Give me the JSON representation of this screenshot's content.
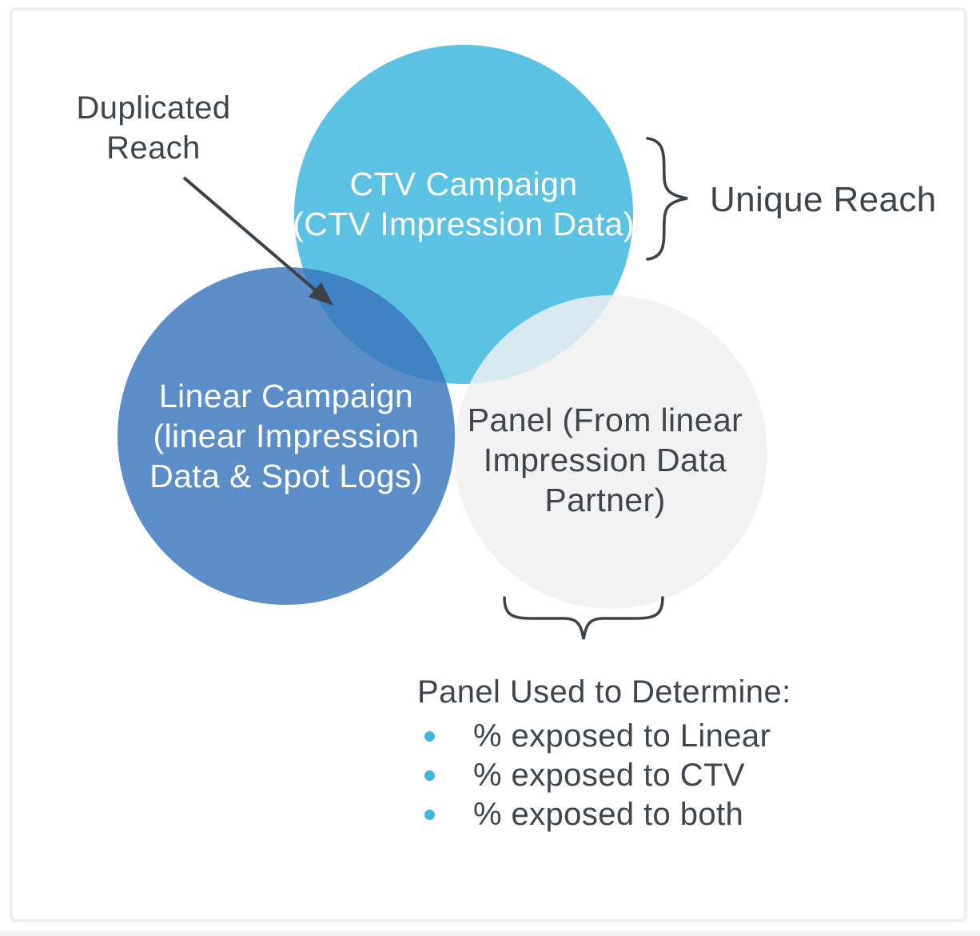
{
  "venn": {
    "ctv": {
      "lines": [
        "CTV Campaign",
        "(CTV Impression Data)"
      ],
      "color": "#5BC2E3"
    },
    "linear": {
      "lines": [
        "Linear Campaign",
        "(linear Impression",
        "Data & Spot Logs)"
      ],
      "color": "#5A8DC8"
    },
    "panel": {
      "lines": [
        "Panel (From linear",
        "Impression Data",
        "Partner)"
      ],
      "color": "#F2F2F3"
    }
  },
  "annotations": {
    "duplicated_reach": {
      "lines": [
        "Duplicated",
        "Reach"
      ]
    },
    "unique_reach": {
      "label": "Unique Reach"
    }
  },
  "panel_notes": {
    "heading": "Panel Used to Determine:",
    "bullets": [
      "% exposed to Linear",
      "% exposed to CTV",
      "% exposed to both"
    ]
  },
  "colors": {
    "ctv_circle": "#5BC2E3",
    "linear_circle": "#5A8DC8",
    "ctv_linear_overlap": "#4083C4",
    "panel_circle": "#F2F2F3",
    "ctv_panel_overlap": "#D8E8EF",
    "dark_text": "#3F454A",
    "bullet_dot": "#41B6DC",
    "line_stroke": "#3C4247"
  }
}
